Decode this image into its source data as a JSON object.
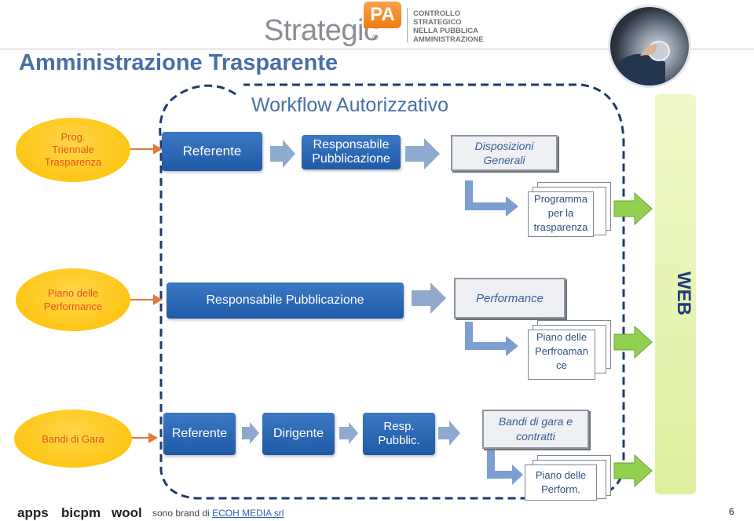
{
  "header": {
    "title": "Amministrazione Trasparente",
    "logo_main": "Strategic",
    "logo_pa": "PA",
    "logo_reg": "®",
    "logo_sub": [
      "CONTROLLO",
      "STRATEGICO",
      "NELLA PUBBLICA",
      "AMMINISTRAZIONE"
    ]
  },
  "diagram": {
    "title": "Workflow Autorizzativo",
    "web_label": "WEB",
    "rows": [
      {
        "source_lines": [
          "Prog.",
          "Triennale",
          "Trasparenza"
        ],
        "steps": [
          "Referente",
          "Responsabile Pubblicazione"
        ],
        "output": "Disposizioni Generali",
        "document_lines": [
          "Programma",
          "per la",
          "trasparenza"
        ]
      },
      {
        "source_lines": [
          "Piano delle",
          "Performance"
        ],
        "steps": [
          "Responsabile Pubblicazione"
        ],
        "output": "Performance",
        "document_lines": [
          "Piano delle",
          "Perfroaman",
          "ce"
        ]
      },
      {
        "source_lines": [
          "Bandi di Gara"
        ],
        "steps": [
          "Referente",
          "Dirigente",
          "Resp. Pubblic."
        ],
        "output": "Bandi di gara e contratti",
        "document_lines": [
          "Piano delle",
          "Perform."
        ]
      }
    ]
  },
  "footer": {
    "brands": [
      "apps",
      "bicpm",
      "wool"
    ],
    "note_prefix": "sono brand di ",
    "note_link": "ECOH MEDIA srl",
    "page_number": "6"
  },
  "colors": {
    "title_blue": "#4a6fa5",
    "oval_yellow": "#ffc000",
    "oval_text": "#e0561e",
    "step_blue": "#1f5aa6",
    "web_green": "#dff0a0",
    "arrow_green": "#92d050"
  }
}
